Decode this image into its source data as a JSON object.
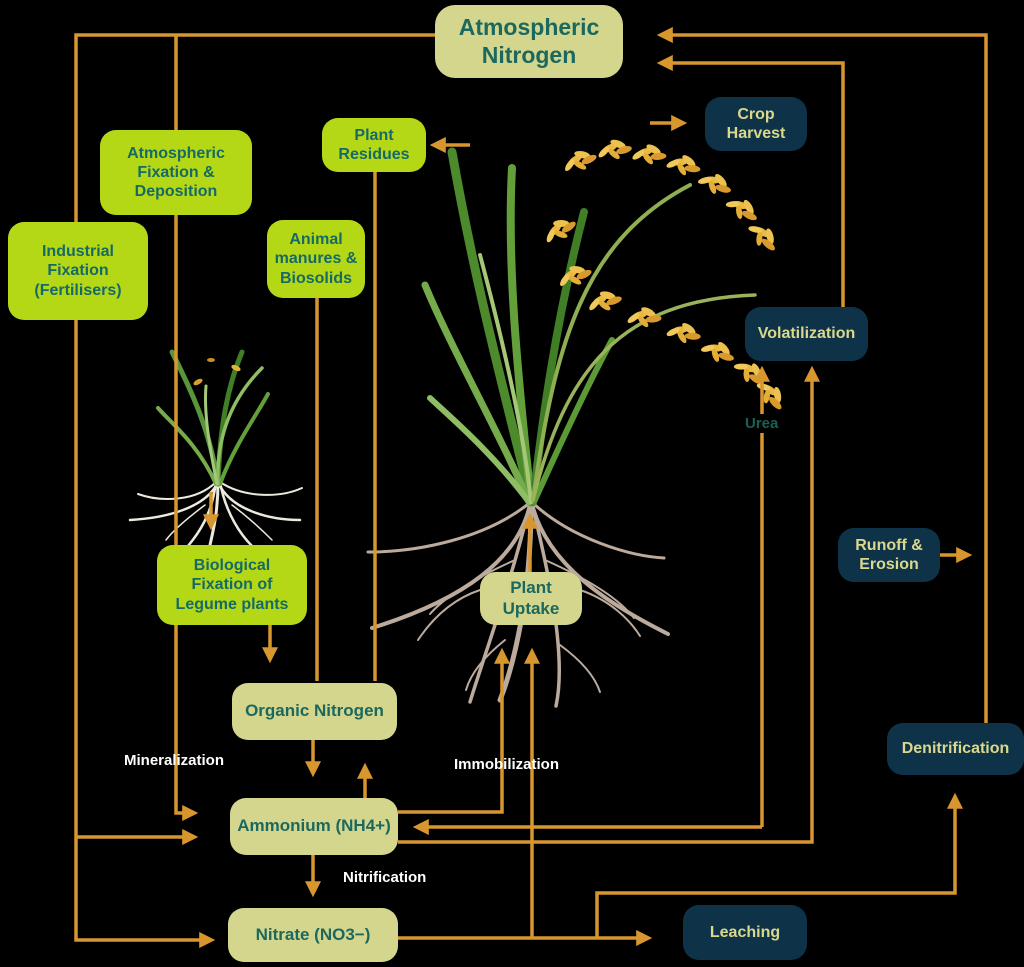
{
  "diagram": {
    "subject": "Nitrogen cycle",
    "background": "#000000"
  },
  "boxes": {
    "atmospheric_nitrogen": {
      "label": "Atmospheric\nNitrogen",
      "style": "khaki"
    },
    "crop_harvest": {
      "label": "Crop\nHarvest",
      "style": "navy"
    },
    "plant_residues": {
      "label": "Plant\nResidues",
      "style": "green"
    },
    "atmospheric_fixation": {
      "label": "Atmospheric\nFixation &\nDeposition",
      "style": "green"
    },
    "industrial_fixation": {
      "label": "Industrial\nFixation\n(Fertilisers)",
      "style": "green"
    },
    "animal_manures": {
      "label": "Animal\nmanures &\nBiosolids",
      "style": "green"
    },
    "volatilization": {
      "label": "Volatilization",
      "style": "navy"
    },
    "runoff_erosion": {
      "label": "Runoff &\nErosion",
      "style": "navy"
    },
    "biological_fixation": {
      "label": "Biological\nFixation of\nLegume plants",
      "style": "green"
    },
    "plant_uptake": {
      "label": "Plant\nUptake",
      "style": "khaki"
    },
    "organic_nitrogen": {
      "label": "Organic Nitrogen",
      "style": "khaki"
    },
    "ammonium": {
      "label": "Ammonium (NH4+)",
      "style": "khaki"
    },
    "nitrate": {
      "label": "Nitrate (NO3−)",
      "style": "khaki"
    },
    "leaching": {
      "label": "Leaching",
      "style": "navy"
    },
    "denitrification": {
      "label": "Denitrification",
      "style": "navy"
    }
  },
  "process_labels": {
    "mineralization": "Mineralization",
    "immobilization": "Immobilization",
    "nitrification": "Nitrification",
    "urea": "Urea"
  },
  "colors": {
    "arrow": "#d8962f",
    "green_box": "#b5d816",
    "khaki_box": "#d3d68c",
    "navy_box": "#0e3349",
    "green_box_text": "#156a66",
    "khaki_box_text": "#1c685e",
    "navy_box_text": "#d9d88c",
    "process_label": "#ffffff",
    "urea_label": "#1b5f55"
  }
}
